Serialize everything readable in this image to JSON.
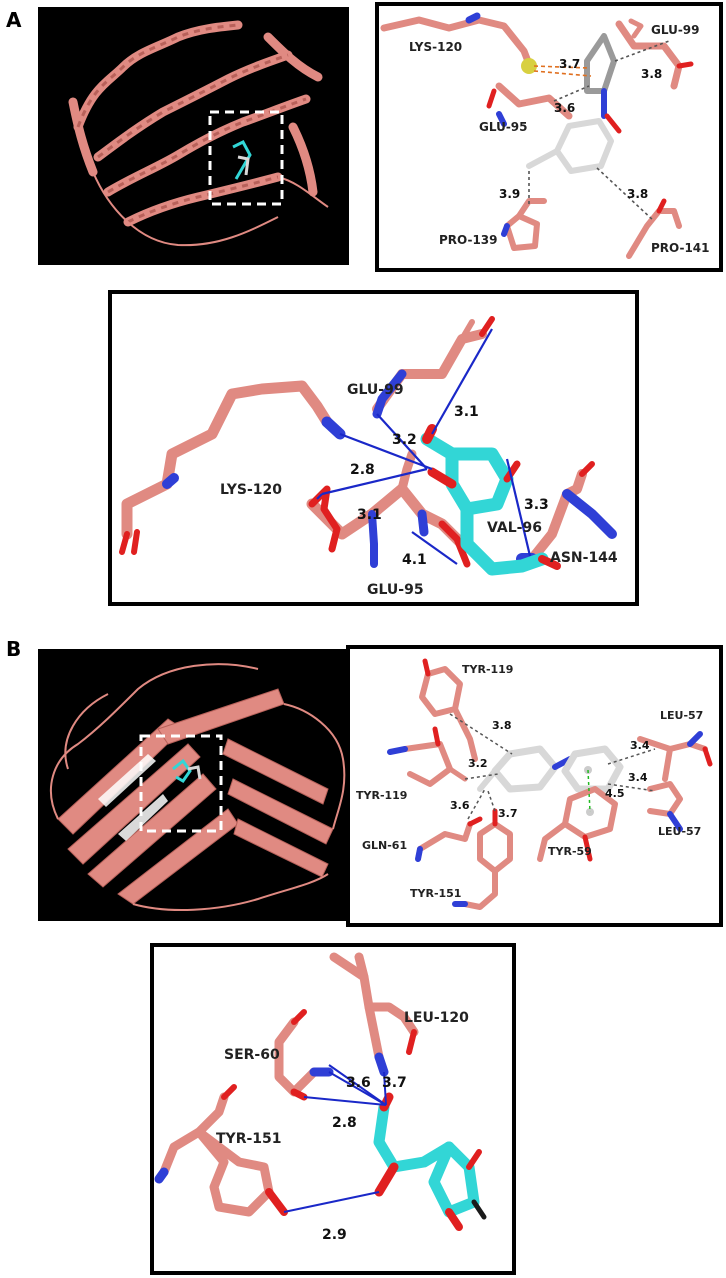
{
  "panels": {
    "A": {
      "letter": "A",
      "zoom1": {
        "residues": [
          "LYS-120",
          "GLU-99",
          "GLU-95",
          "PRO-139",
          "PRO-141"
        ],
        "distances": [
          "3.7",
          "3.8",
          "3.6",
          "3.9",
          "3.8"
        ]
      },
      "zoom2": {
        "residues": [
          "GLU-99",
          "LYS-120",
          "VAL-96",
          "ASN-144",
          "GLU-95"
        ],
        "distances": [
          "3.1",
          "3.2",
          "2.8",
          "3.1",
          "3.3",
          "4.1"
        ]
      }
    },
    "B": {
      "letter": "B",
      "zoom1": {
        "residues": [
          "TYR-119",
          "TYR-119",
          "GLN-61",
          "TYR-151",
          "LEU-57",
          "LEU-57",
          "TYR-59"
        ],
        "distances": [
          "3.8",
          "3.2",
          "3.6",
          "3.7",
          "3.4",
          "3.4",
          "4.5"
        ]
      },
      "zoom2": {
        "residues": [
          "LEU-120",
          "SER-60",
          "TYR-151"
        ],
        "distances": [
          "3.6",
          "3.7",
          "2.8",
          "2.9"
        ]
      }
    }
  },
  "colors": {
    "protein": "#e08a82",
    "protein_dark": "#c8706a",
    "nitrogen": "#2f3fd6",
    "oxygen": "#e02020",
    "ligand_cyan": "#32d6d6",
    "ligand_white": "#d8d8d8",
    "hbond": "#1a28c8",
    "hydrophobic": "#555555",
    "pi_stack": "#22bb22",
    "sulfur": "#d8d040"
  }
}
